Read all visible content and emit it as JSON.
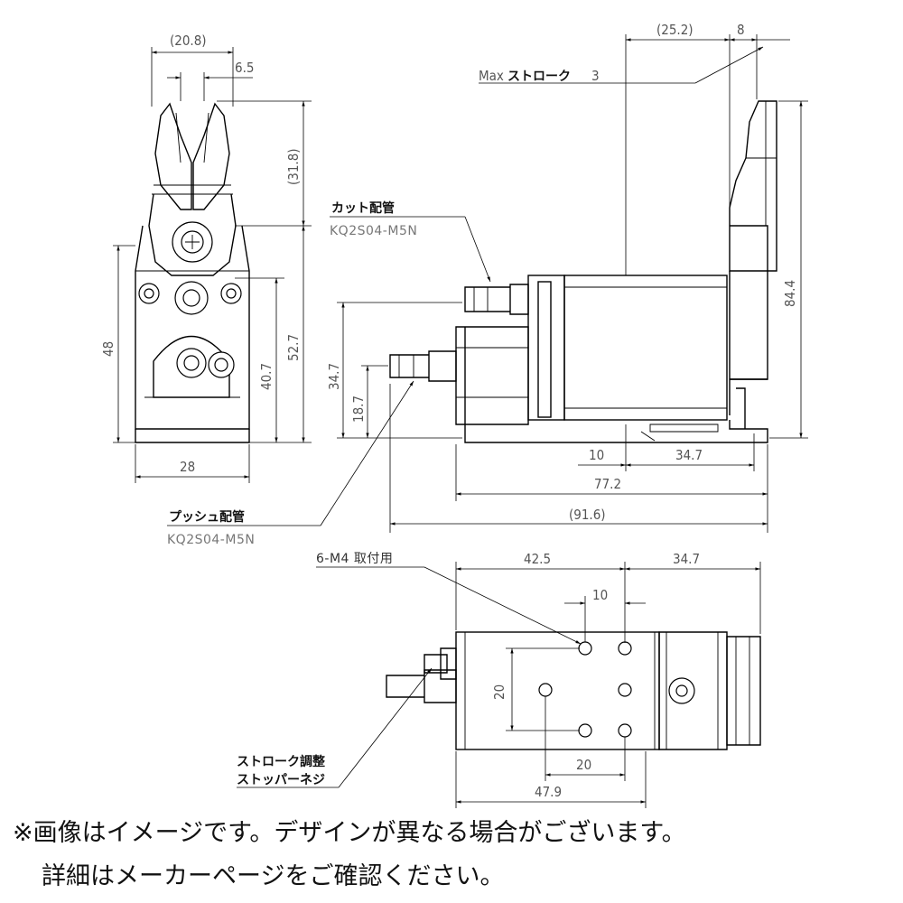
{
  "front_view": {
    "dims": {
      "width_top": "(20.8)",
      "jaw_gap": "6.5",
      "jaw_height": "(31.8)",
      "height_48": "48",
      "height_527": "52.7",
      "height_407": "40.7",
      "base_width": "28"
    }
  },
  "side_view": {
    "dims": {
      "top_252": "(25.2)",
      "top_8": "8",
      "max_stroke_value": "3",
      "height_844": "84.4",
      "height_347": "34.7",
      "height_187": "18.7",
      "bottom_10": "10",
      "bottom_347": "34.7",
      "bottom_772": "77.2",
      "bottom_916": "(91.6)"
    },
    "labels": {
      "max_stroke_prefix": "Max",
      "max_stroke_label": "ストローク",
      "cut_pipe_label": "カット配管",
      "cut_pipe_part": "KQ2S04-M5N",
      "push_pipe_label": "プッシュ配管",
      "push_pipe_part": "KQ2S04-M5N"
    }
  },
  "bottom_view": {
    "dims": {
      "top_425": "42.5",
      "top_347": "34.7",
      "hole_pitch_10": "10",
      "vertical_20": "20",
      "horizontal_20": "20",
      "overall_479": "47.9"
    },
    "labels": {
      "mount_holes": "6-M4 取付用",
      "stopper_line1": "ストローク調整",
      "stopper_line2": "ストッパーネジ"
    }
  },
  "footnote": {
    "line1": "※画像はイメージです。デザインが異なる場合がございます。",
    "line2": "詳細はメーカーページをご確認ください。"
  }
}
